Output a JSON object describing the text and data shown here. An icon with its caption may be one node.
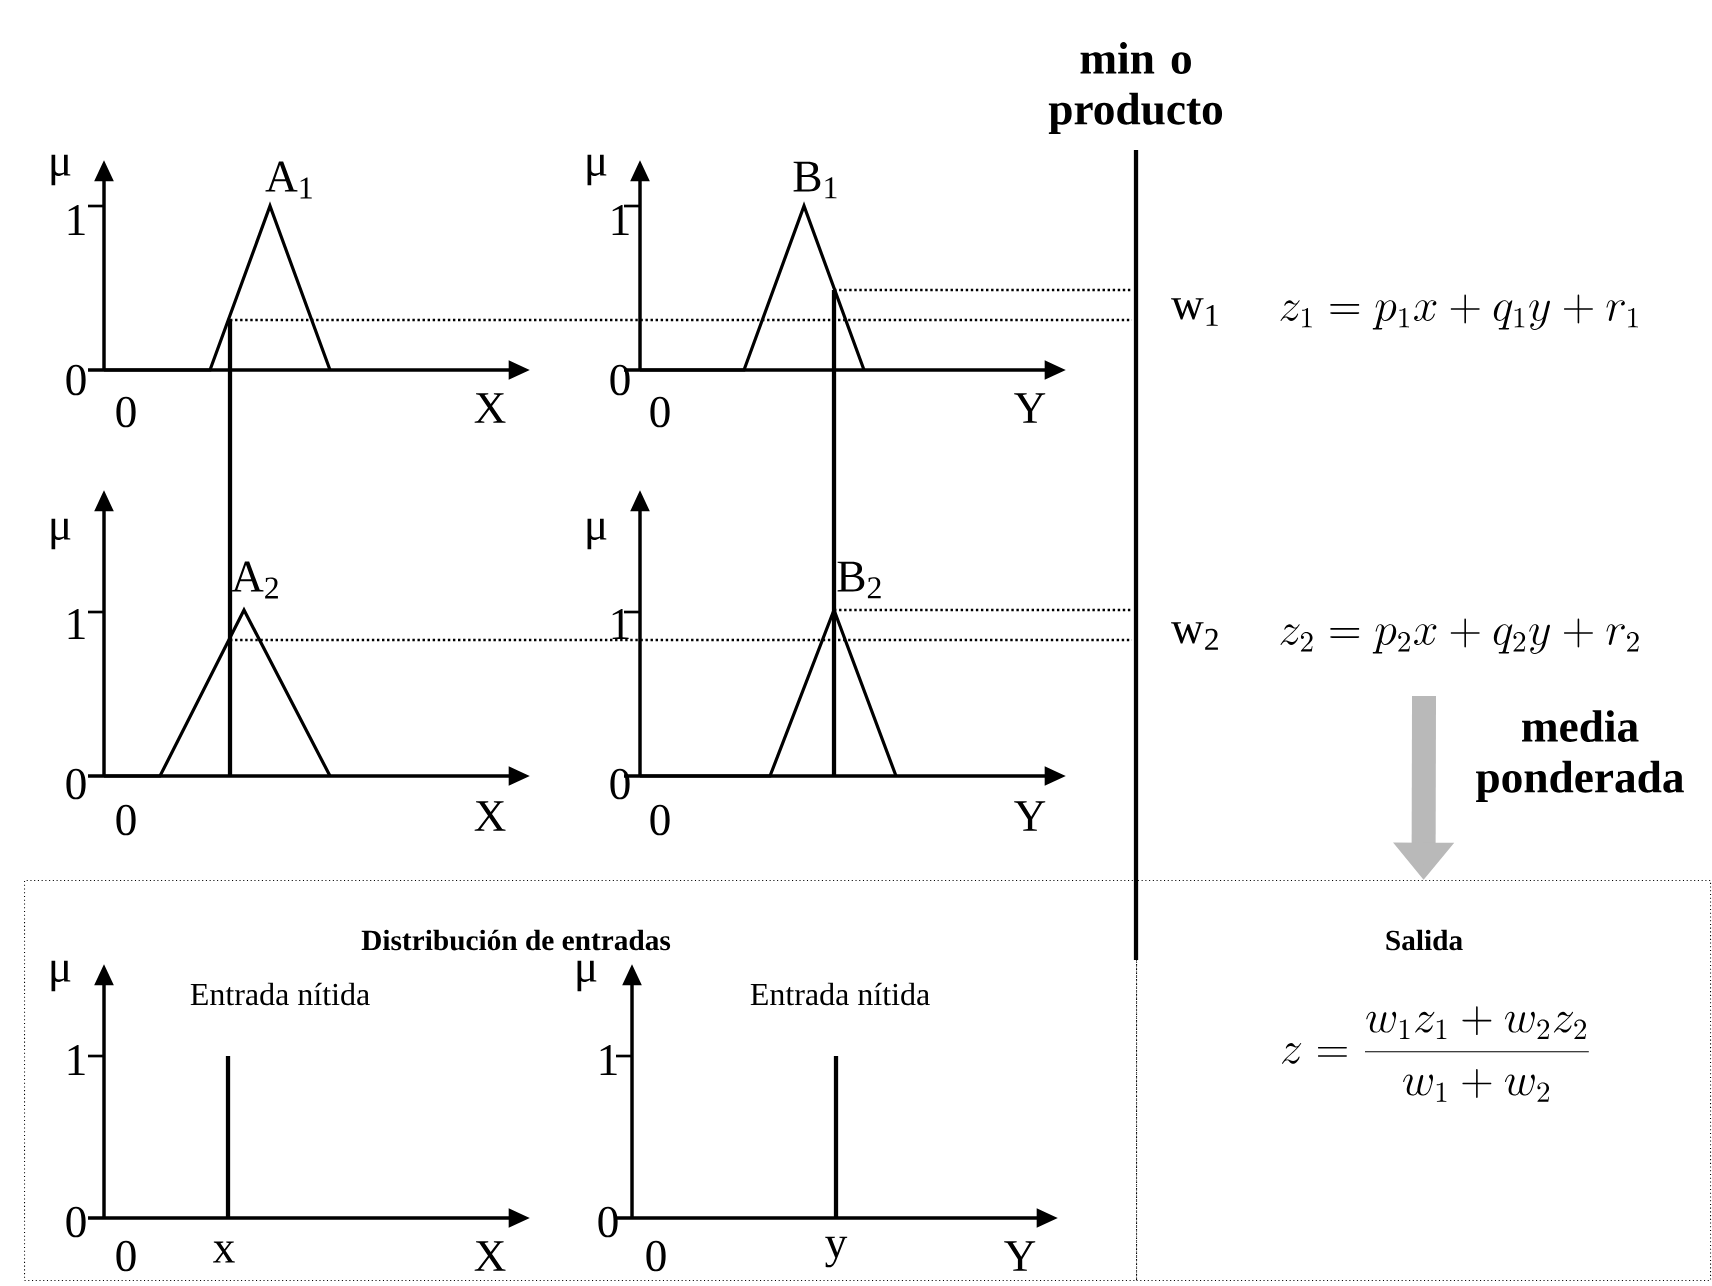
{
  "diagram": {
    "nodes": [
      {
        "text": [
          "Distribución de entradas"
        ]
      },
      {
        "text": [
          "Salida",
          "z = \\frac{w_1z_1 + w_2z_2}{w_1 + w_2}"
        ]
      }
    ],
    "edges": [
      {
        "from": null,
        "to": 1,
        "arrow": "to",
        "label": "media ponderada"
      }
    ],
    "labels": [
      "min o producto",
      "μ",
      "A$_{1}$",
      "1",
      "0",
      "0",
      "X",
      "μ",
      "B$_{1}$",
      "1",
      "0",
      "0",
      "Y",
      "w$_{1}$",
      "z_1 = p_1x + q_1y + r_1",
      "μ",
      "A$_{2}$",
      "1",
      "0",
      "0",
      "X",
      "μ",
      "B$_{2}$",
      "1",
      "0",
      "0",
      "Y",
      "w$_{2}$",
      "z_2 = p_2x + q_2y + r_2",
      "μ",
      "Entrada nítida",
      "1",
      "0",
      "0",
      "x",
      "X",
      "μ",
      "Entrada nítida",
      "1",
      "0",
      "0",
      "y",
      "Y"
    ]
  }
}
